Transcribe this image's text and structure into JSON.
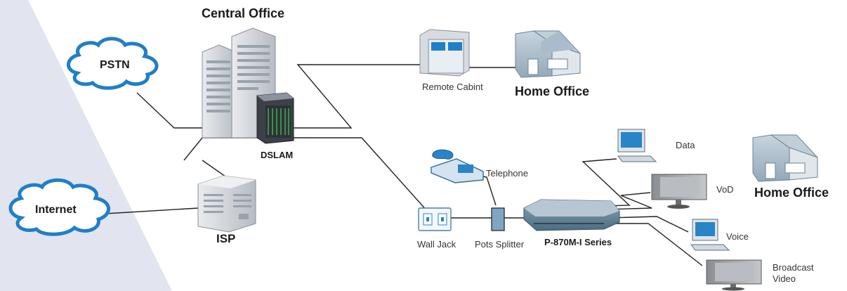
{
  "labels": {
    "central_office": "Central Office",
    "pstn": "PSTN",
    "internet": "Internet",
    "dslam": "DSLAM",
    "isp": "ISP",
    "remote_cabinet": "Remote Cabint",
    "home_office_top": "Home Office",
    "home_office_right": "Home Office",
    "telephone": "Telephone",
    "wall_jack": "Wall Jack",
    "pots_splitter": "Pots Splitter",
    "router": "P-870M-I Series",
    "data": "Data",
    "vod": "VoD",
    "voice": "Voice",
    "broadcast_video_line1": "Broadcast",
    "broadcast_video_line2": "Video"
  },
  "colors": {
    "background_panel": "#e2e4f0",
    "cloud_outline": "#1f7fc8",
    "line": "#222222",
    "building": "#c8ccd2",
    "house": "#9fb3c2",
    "device_blue": "#2a84c6",
    "router_body": "#5c7f95"
  },
  "icons": [
    "pstn-cloud-icon",
    "internet-cloud-icon",
    "central-office-building-icon",
    "dslam-icon",
    "isp-server-icon",
    "remote-cabinet-icon",
    "home-office-house-icon",
    "telephone-icon",
    "wall-jack-icon",
    "pots-splitter-icon",
    "router-icon",
    "computer-icon",
    "television-icon"
  ]
}
